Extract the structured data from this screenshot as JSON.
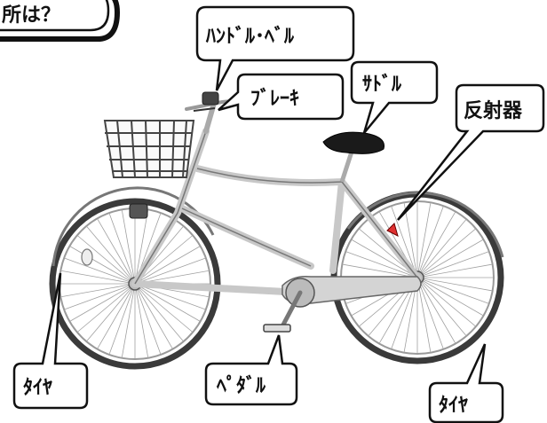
{
  "title_fragment": "所は？",
  "labels": {
    "handle_bell": "ﾊﾝﾄﾞﾙ･ﾍﾞﾙ",
    "brake": "ﾌﾞﾚｰｷ",
    "saddle": "ｻﾄﾞﾙ",
    "reflector": "反射器",
    "tire_front": "ﾀｲﾔ",
    "pedal": "ﾍﾟﾀﾞﾙ",
    "tire_rear": "ﾀｲﾔ"
  },
  "colors": {
    "outline": "#111111",
    "frame": "#c8c8c8",
    "tire": "#3a3a3a",
    "saddle": "#1a1a1a",
    "reflector": "#e03030"
  }
}
